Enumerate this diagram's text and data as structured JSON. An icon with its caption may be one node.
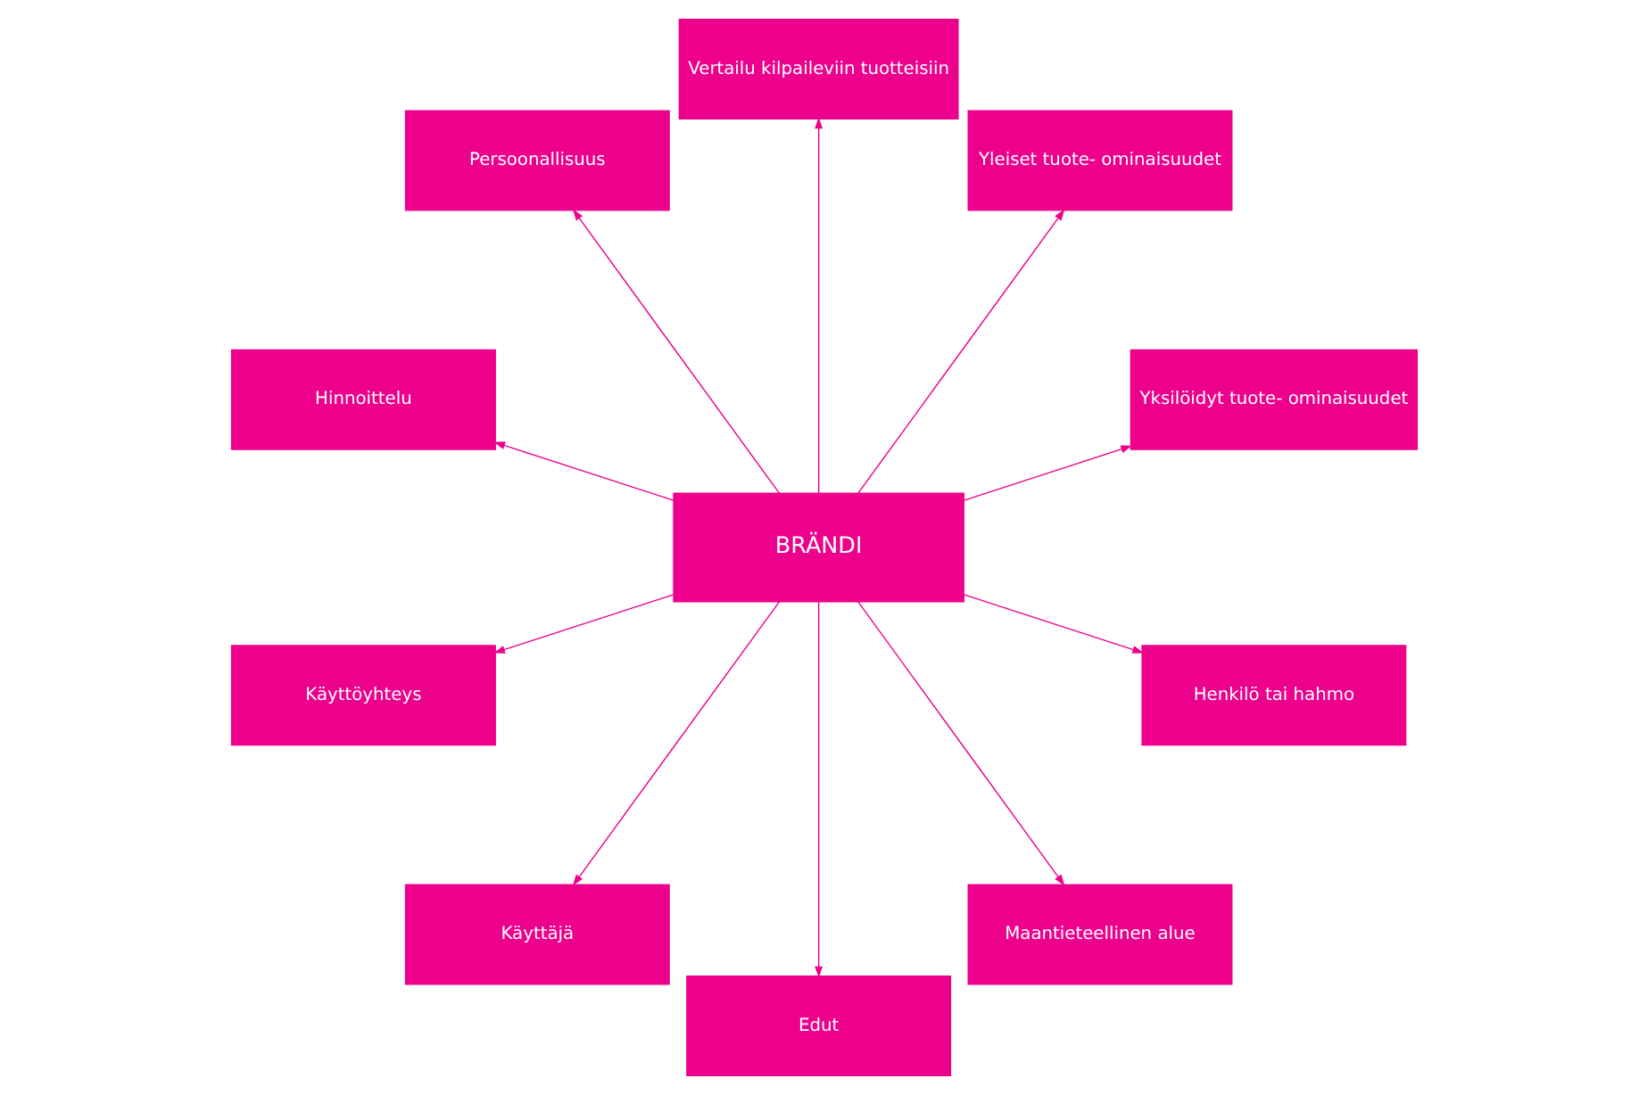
{
  "diagram": {
    "nodes": [
      {
        "text": [
          "BRÄNDI"
        ]
      },
      {
        "text": [
          "Yksilöidyt tuote- ominaisuudet"
        ]
      },
      {
        "text": [
          "Yleiset tuote- ominaisuudet"
        ]
      },
      {
        "text": [
          "Vertailu kilpaileviin tuotteisiin"
        ]
      },
      {
        "text": [
          "Persoonallisuus"
        ]
      },
      {
        "text": [
          "Hinnoittelu"
        ]
      },
      {
        "text": [
          "Käyttöyhteys"
        ]
      },
      {
        "text": [
          "Käyttäjä"
        ]
      },
      {
        "text": [
          "Edut"
        ]
      },
      {
        "text": [
          "Maantieteellinen alue"
        ]
      },
      {
        "text": [
          "Henkilö tai hahmo"
        ]
      }
    ],
    "edges": [
      {
        "from": 0,
        "to": 1,
        "arrow": "to"
      },
      {
        "from": 0,
        "to": 2,
        "arrow": "to"
      },
      {
        "from": 0,
        "to": 3,
        "arrow": "to"
      },
      {
        "from": 0,
        "to": 4,
        "arrow": "to"
      },
      {
        "from": 0,
        "to": 5,
        "arrow": "to"
      },
      {
        "from": 0,
        "to": 6,
        "arrow": "to"
      },
      {
        "from": 0,
        "to": 7,
        "arrow": "to"
      },
      {
        "from": 0,
        "to": 8,
        "arrow": "to"
      },
      {
        "from": 0,
        "to": 9,
        "arrow": "to"
      },
      {
        "from": 0,
        "to": 10,
        "arrow": "to"
      }
    ]
  }
}
